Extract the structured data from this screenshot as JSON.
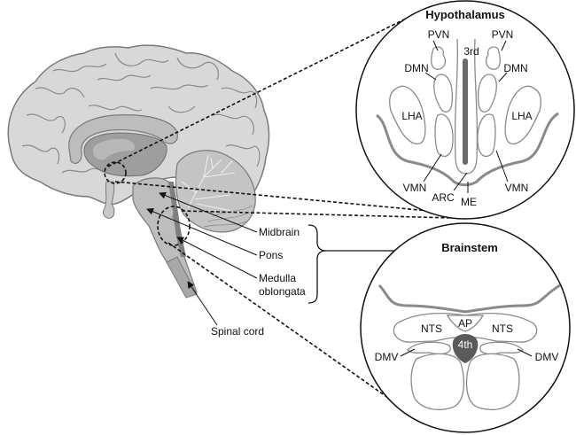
{
  "figure": {
    "colors": {
      "cortex": "#d8d8d8",
      "cortex_outline": "#7a7a7a",
      "deep_structure": "#a8a8a8",
      "dark_structure": "#8c8c8c",
      "cerebellum": "#bdbdbd",
      "ventricle": "#6a6a6a",
      "fourth_ventricle": "#5a5a5a"
    },
    "brain_labels": {
      "midbrain": "Midbrain",
      "pons": "Pons",
      "medulla_line1": "Medulla",
      "medulla_line2": "oblongata",
      "spinal_cord": "Spinal cord"
    },
    "hypothalamus": {
      "title": "Hypothalamus",
      "third_ventricle": "3rd",
      "pvn_left": "PVN",
      "pvn_right": "PVN",
      "dmn_left": "DMN",
      "dmn_right": "DMN",
      "lha_left": "LHA",
      "lha_right": "LHA",
      "vmn_left": "VMN",
      "vmn_right": "VMN",
      "arc": "ARC",
      "me": "ME"
    },
    "brainstem": {
      "title": "Brainstem",
      "ap": "AP",
      "nts_left": "NTS",
      "nts_right": "NTS",
      "fourth_ventricle": "4th",
      "dmv_left": "DMV",
      "dmv_right": "DMV"
    }
  }
}
